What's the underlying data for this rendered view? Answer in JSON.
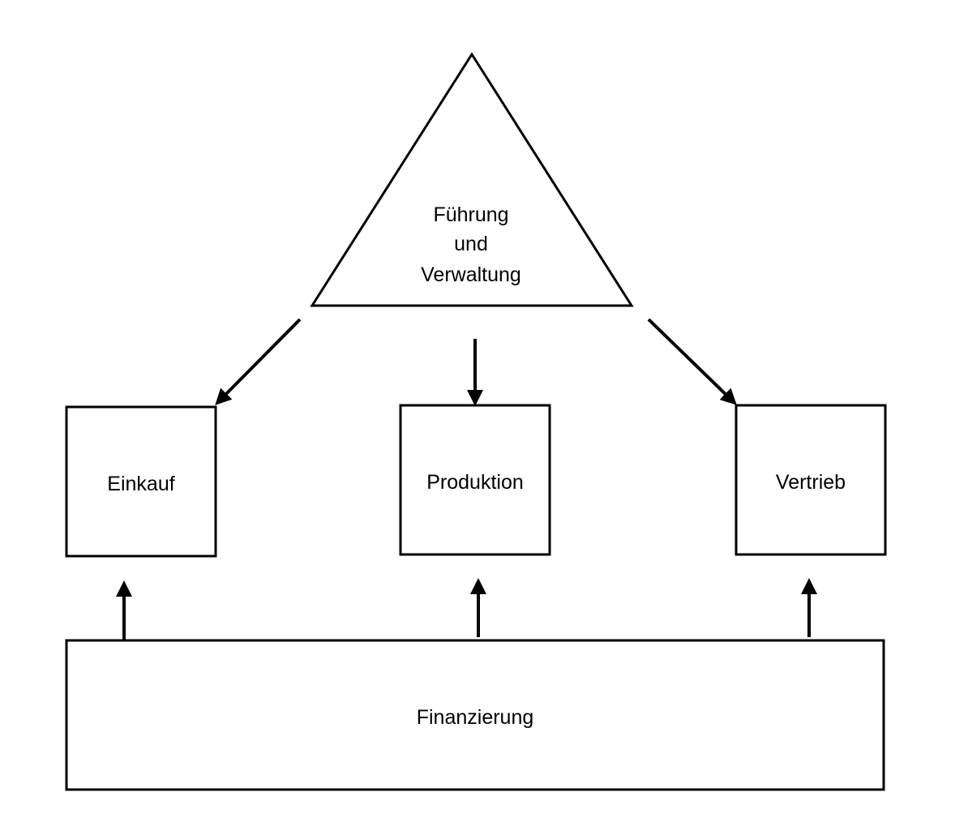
{
  "diagram": {
    "top": {
      "line1": "Führung",
      "line2": "und",
      "line3": "Verwaltung"
    },
    "boxes": {
      "einkauf": "Einkauf",
      "produktion": "Produktion",
      "vertrieb": "Vertrieb"
    },
    "base": "Finanzierung"
  },
  "colors": {
    "stroke": "#000000",
    "background": "#ffffff"
  }
}
